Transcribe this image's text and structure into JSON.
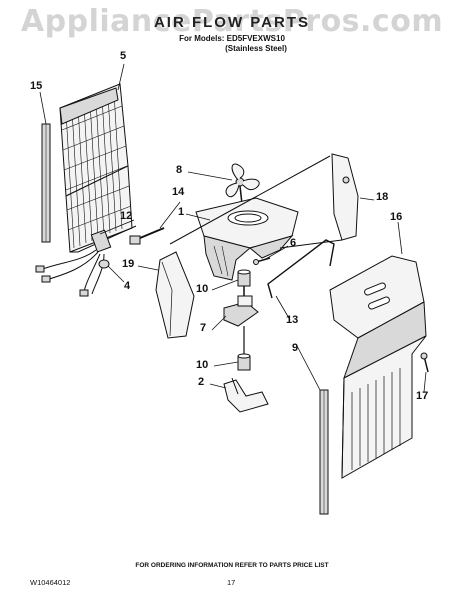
{
  "watermark": "AppliancePartsPros.com",
  "header": {
    "title": "AIR FLOW PARTS",
    "models_line": "For Models: ED5FVEXWS10",
    "variant_line": "(Stainless Steel)"
  },
  "callouts": [
    "15",
    "5",
    "8",
    "14",
    "1",
    "18",
    "12",
    "16",
    "6",
    "19",
    "4",
    "10",
    "7",
    "13",
    "9",
    "10",
    "2",
    "17"
  ],
  "footer": {
    "note": "FOR ORDERING INFORMATION REFER TO PARTS PRICE LIST",
    "doc_number": "W10464012",
    "page_number": "17"
  },
  "colors": {
    "ink": "#111111",
    "fill_light": "#f4f4f4",
    "fill_mid": "#d9d9d9",
    "watermark": "#d4d4d4"
  }
}
